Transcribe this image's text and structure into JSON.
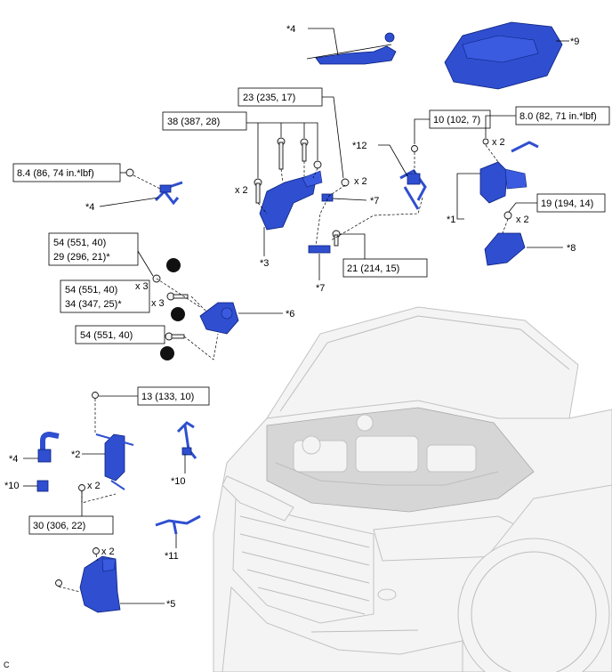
{
  "torque_labels": {
    "t23": "23 (235, 17)",
    "t38": "38 (387, 28)",
    "t10": "10 (102, 7)",
    "t8_0": "8.0 (82, 71 in.*lbf)",
    "t8_4": "8.4 (86, 74 in.*lbf)",
    "t19": "19 (194, 14)",
    "t21": "21 (214, 15)",
    "t54a": "54 (551, 40)",
    "t29": "29 (296, 21)*",
    "t54b": "54 (551, 40)",
    "t34": "34 (347, 25)*",
    "t54c": "54 (551, 40)",
    "t13": "13 (133, 10)",
    "t30": "30 (306, 22)"
  },
  "callouts": {
    "c4_top": "*4",
    "c9": "*9",
    "c12": "*12",
    "c4_left": "*4",
    "c7_a": "*7",
    "c7_b": "*7",
    "c3": "*3",
    "c1": "*1",
    "c8": "*8",
    "c6": "*6",
    "c2": "*2",
    "c4_bottom": "*4",
    "c10_left": "*10",
    "c10_right": "*10",
    "c11": "*11",
    "c5": "*5"
  },
  "quantities": {
    "q_x2_a": "x 2",
    "q_x2_b": "x 2",
    "q_x2_c": "x 2",
    "q_x2_d": "x 2",
    "q_x3_a": "x 3",
    "q_x3_b": "x 3",
    "q_x2_e": "x 2",
    "q_x2_f": "x 2"
  },
  "corner_letter": "C",
  "colors": {
    "part_blue": "#2f4fd0",
    "vehicle_gray": "#f4f4f4"
  }
}
